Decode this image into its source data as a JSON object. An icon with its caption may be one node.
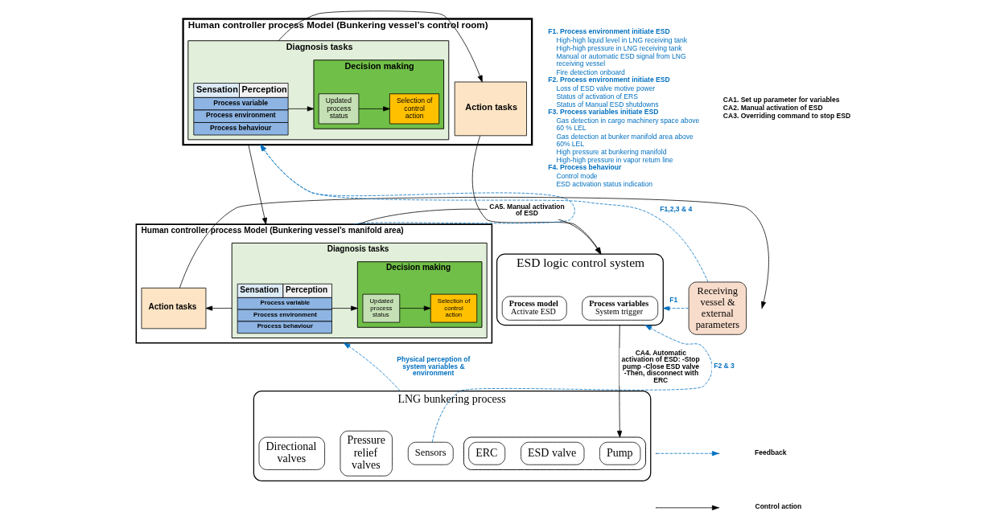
{
  "diagram": {
    "nodes": [
      {
        "text": [
          "Human controller process Model (Bunkering vessel’s control room)"
        ]
      },
      {
        "text": [
          "Diagnosis tasks"
        ],
        "in": 0
      },
      {
        "text": [
          "Sensation",
          "Perception",
          "Process variable",
          "Process environment",
          "Process behaviour"
        ],
        "in": 1
      },
      {
        "text": [
          "Decision making"
        ],
        "in": 1
      },
      {
        "text": [
          "Updated process status"
        ],
        "in": 3
      },
      {
        "text": [
          "Selection of control action"
        ],
        "in": 3
      },
      {
        "text": [
          "Action tasks"
        ],
        "in": 0
      },
      {
        "text": [
          "ESD logic control system"
        ]
      },
      {
        "text": [
          "Process variables",
          "System trigger"
        ],
        "in": 7
      },
      {
        "text": [
          "Process model",
          "Activate ESD"
        ],
        "in": 7
      },
      {
        "text": [
          "Human controller process Model (Bunkering vessel’s manifold area)"
        ]
      },
      {
        "text": [
          "Diagnosis tasks"
        ],
        "in": 10
      },
      {
        "text": [
          "Sensation",
          "Perception",
          "Process variable",
          "Process environment",
          "Process behaviour"
        ],
        "in": 11
      },
      {
        "text": [
          "Decision making"
        ],
        "in": 11
      },
      {
        "text": [
          "Updated process status"
        ],
        "in": 13
      },
      {
        "text": [
          "Selection of control action"
        ],
        "in": 13
      },
      {
        "text": [
          "Action tasks"
        ],
        "in": 10
      },
      {
        "text": [
          "Receiving vessel & external parameters"
        ]
      },
      {
        "text": [
          "LNG bunkering process"
        ]
      },
      {
        "text": [
          "Sensors"
        ],
        "in": 18
      },
      {
        "text": [],
        "shape": "box",
        "in": 18
      },
      {
        "text": [
          "Pump"
        ],
        "in": 20
      },
      {
        "text": [
          "ESD valve"
        ],
        "in": 20
      },
      {
        "text": [
          "ERC"
        ],
        "in": 20
      },
      {
        "text": [
          "Pressure relief valves"
        ],
        "in": 18
      },
      {
        "text": [
          "Directional valves"
        ],
        "in": 18
      }
    ],
    "edges": [
      {
        "from": 2,
        "to": 3,
        "arrow": "to"
      },
      {
        "from": 4,
        "to": 5,
        "arrow": "to"
      },
      {
        "from": 1,
        "to": 6,
        "arrow": "to"
      },
      {
        "from": 6,
        "to": 7,
        "arrow": "to"
      },
      {
        "from": 0,
        "to": 10,
        "arrow": "to"
      },
      {
        "from": 10,
        "to": 0,
        "arrow": "to",
        "style": "dashed",
        "color": "#0070c0"
      },
      {
        "from": 10,
        "to": 7,
        "arrow": "to",
        "label": "CA5. Manual activation of ESD"
      },
      {
        "from": 7,
        "to": 20,
        "arrow": "to",
        "label": "CA4. Automatic activation of ESD: -Stop pump -Close ESD valve -Then, disconnect with ERC"
      },
      {
        "from": 17,
        "to": 0,
        "arrow": "to",
        "label": "F1,2,3 & 4",
        "style": "dashed",
        "color": "#0070c0"
      },
      {
        "from": 17,
        "to": 7,
        "arrow": "to",
        "label": "F1",
        "style": "dashed",
        "color": "#0070c0"
      },
      {
        "from": 19,
        "to": 7,
        "arrow": "to",
        "label": "F2 & 3",
        "style": "dashed",
        "color": "#0070c0"
      },
      {
        "from": 18,
        "to": 10,
        "arrow": "to",
        "label": "Physical perception of system variables & environment",
        "style": "dashed",
        "color": "#0070c0"
      },
      {
        "from": 12,
        "to": 13,
        "arrow": "to"
      },
      {
        "from": 14,
        "to": 15,
        "arrow": "to"
      },
      {
        "from": 11,
        "to": 16,
        "arrow": "to"
      },
      {
        "from": 16,
        "to": null,
        "arrow": "to"
      }
    ],
    "labels": [
      "F1. Process environment initiate ESD",
      "High-high liquid level in LNG receiving tank",
      "High-high pressure in LNG receiving tank",
      "Manual or automatic ESD signal from LNG receiving vessel",
      "Fire detection onboard",
      "F2. Process environment initiate ESD",
      "Loss of ESD valve motive power",
      "Status of activation of ERS",
      "Status of Manual ESD shutdowns",
      "F3. Process variables initiate ESD",
      "Gas detection in cargo machinery space above 60 % LEL",
      "Gas detection at bunker manifold area above 60% LEL",
      "High pressure at bunkering manifold",
      "High-high pressure in vapor return line",
      "F4. Process behaviour",
      "Control mode",
      "ESD activation status indication",
      "CA1. Set up parameter for variables",
      "CA2. Manual activation of ESD",
      "CA3. Overriding command to stop ESD"
    ],
    "legend": [
      {
        "text": "Feedback"
      },
      {
        "text": "Control action"
      }
    ]
  }
}
